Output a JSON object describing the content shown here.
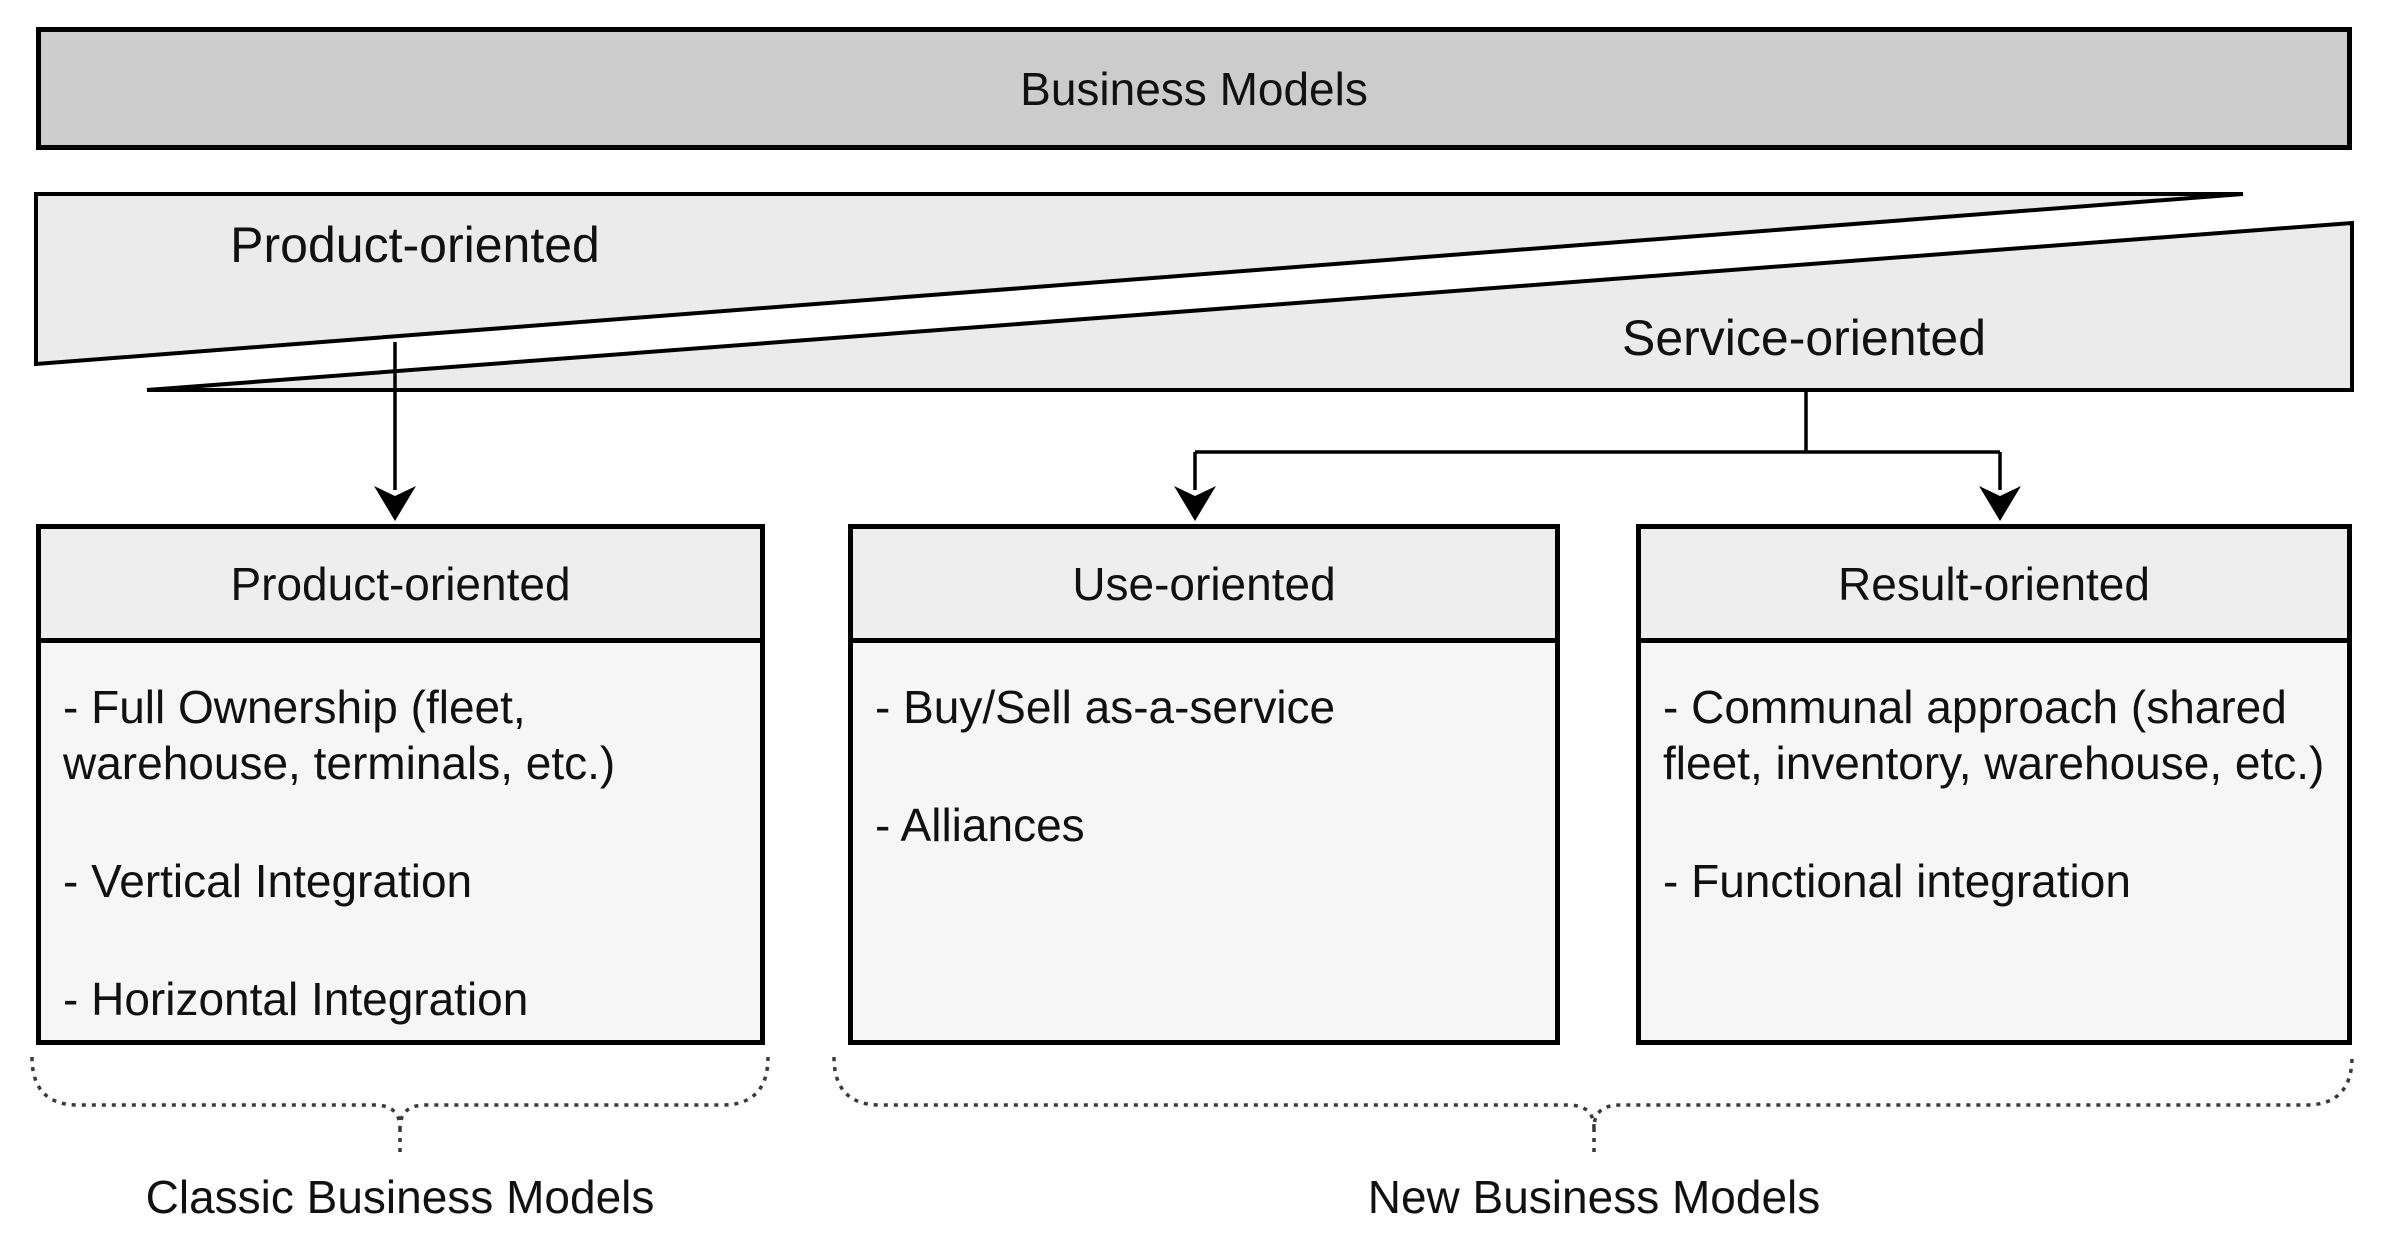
{
  "diagram": {
    "title": "Business Models",
    "spectrum": {
      "left_label": "Product-oriented",
      "right_label": "Service-oriented"
    },
    "categories": [
      {
        "title": "Product-oriented",
        "items": [
          "- Full Ownership (fleet, warehouse, terminals, etc.)",
          "- Vertical Integration",
          "- Horizontal Integration"
        ]
      },
      {
        "title": "Use-oriented",
        "items": [
          "- Buy/Sell as-a-service",
          "- Alliances"
        ]
      },
      {
        "title": "Result-oriented",
        "items": [
          "- Communal approach (shared fleet, inventory, warehouse, etc.)",
          "- Functional integration"
        ]
      }
    ],
    "groups": [
      {
        "label": "Classic Business Models"
      },
      {
        "label": "New Business Models"
      }
    ],
    "colors": {
      "title_fill": "#cccccc",
      "wedge_fill": "#ebebeb",
      "box_header_fill": "#eeeeee",
      "box_body_fill": "#f6f6f6",
      "stroke": "#000000"
    }
  }
}
